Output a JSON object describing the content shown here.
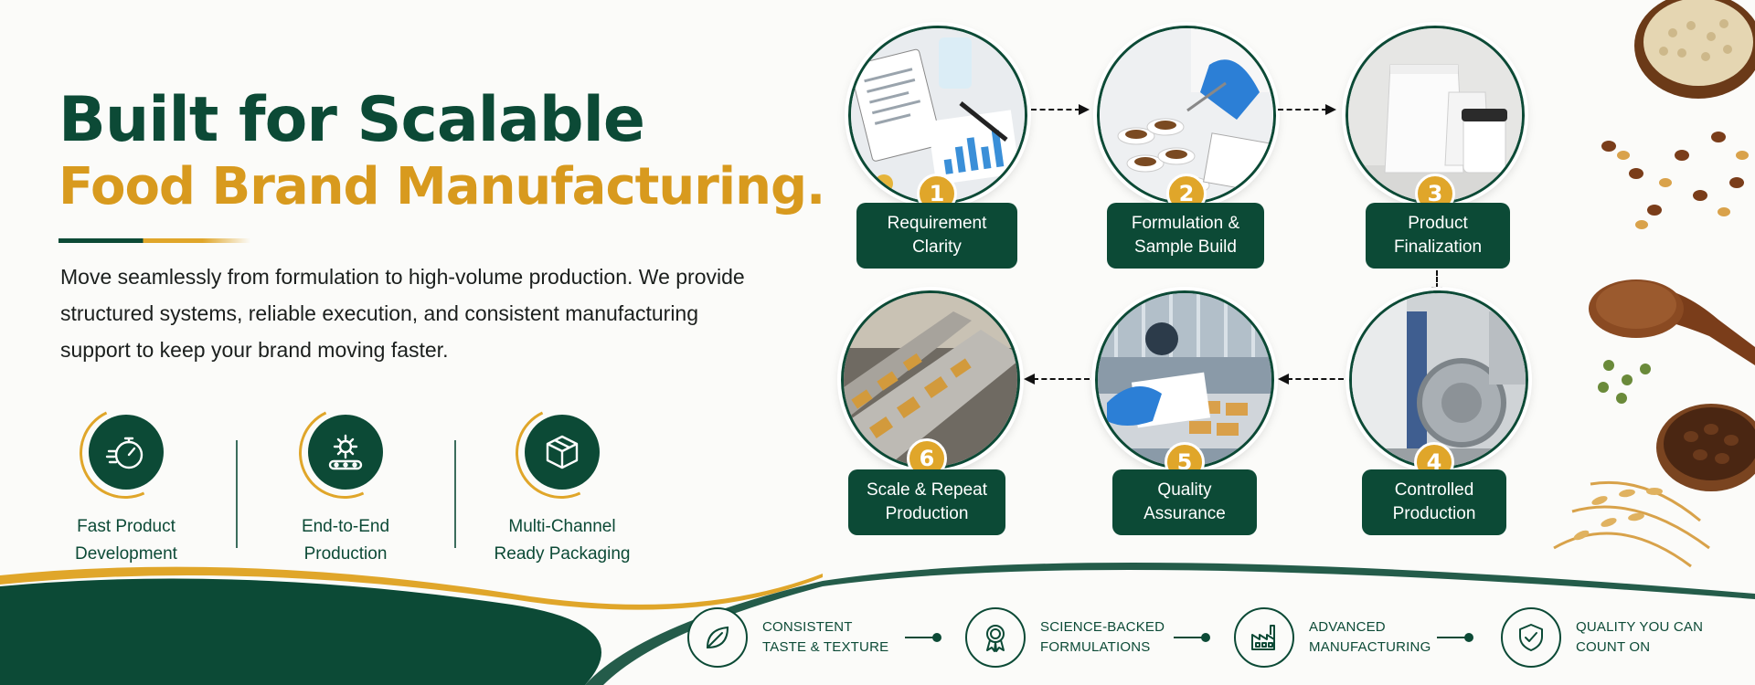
{
  "headline": {
    "line1": "Built for Scalable",
    "line2": "Food Brand Manufacturing."
  },
  "lede": "Move seamlessly from formulation to high-volume production. We provide structured systems, reliable execution, and consistent manufacturing support to keep your brand moving faster.",
  "features": [
    {
      "label": "Fast Product\nDevelopment",
      "icon": "stopwatch-icon"
    },
    {
      "label": "End-to-End\nProduction",
      "icon": "gear-conveyor-icon"
    },
    {
      "label": "Multi-Channel\nReady Packaging",
      "icon": "box-icon"
    }
  ],
  "steps": [
    {
      "number": "1",
      "label": "Requirement\nClarity",
      "photo": "documents-and-charts-photo"
    },
    {
      "number": "2",
      "label": "Formulation &\nSample Build",
      "photo": "lab-samples-photo"
    },
    {
      "number": "3",
      "label": "Product\nFinalization",
      "photo": "white-pouch-and-jar-photo"
    },
    {
      "number": "4",
      "label": "Controlled\nProduction",
      "photo": "mixing-machine-photo"
    },
    {
      "number": "5",
      "label": "Quality\nAssurance",
      "photo": "inspection-clipboard-photo"
    },
    {
      "number": "6",
      "label": "Scale & Repeat\nProduction",
      "photo": "conveyor-belt-photo"
    }
  ],
  "benefits": [
    {
      "label": "Consistent\nTaste & Texture",
      "icon": "leaf-icon"
    },
    {
      "label": "Science-Backed\nFormulations",
      "icon": "award-ribbon-icon"
    },
    {
      "label": "Advanced\nManufacturing",
      "icon": "factory-icon"
    },
    {
      "label": "Quality You Can\nCount On",
      "icon": "shield-check-icon"
    }
  ],
  "colors": {
    "brand_green": "#0c4a36",
    "accent_gold": "#e0a62a",
    "background": "#fbfbf9"
  }
}
